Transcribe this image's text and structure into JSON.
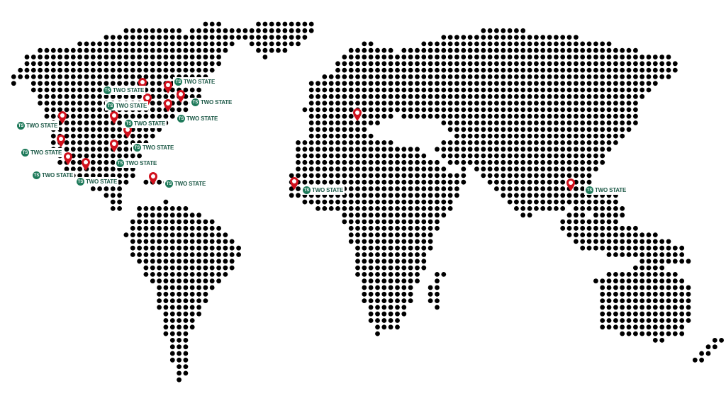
{
  "brand": {
    "name": "TWO STATE",
    "monogram": "TS"
  },
  "colors": {
    "dot": "#000000",
    "pin": "#d0101c",
    "brand": "#1e7a5a",
    "background": "#ffffff"
  },
  "pin_count": 16
}
